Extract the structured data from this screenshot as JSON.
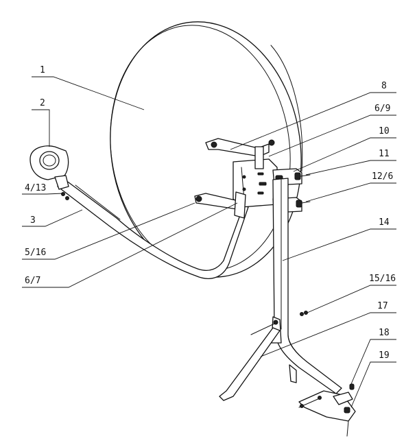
{
  "callouts": [
    {
      "id": "c1",
      "label": "1"
    },
    {
      "id": "c2",
      "label": "2"
    },
    {
      "id": "c3",
      "label": "4/13"
    },
    {
      "id": "c4",
      "label": "3"
    },
    {
      "id": "c5",
      "label": "5/16"
    },
    {
      "id": "c6",
      "label": "6/7"
    },
    {
      "id": "c7",
      "label": "8"
    },
    {
      "id": "c8",
      "label": "6/9"
    },
    {
      "id": "c9",
      "label": "10"
    },
    {
      "id": "c10",
      "label": "11"
    },
    {
      "id": "c11",
      "label": "12/6"
    },
    {
      "id": "c12",
      "label": "14"
    },
    {
      "id": "c13",
      "label": "15/16"
    },
    {
      "id": "c14",
      "label": "17"
    },
    {
      "id": "c15",
      "label": "18"
    },
    {
      "id": "c16",
      "label": "19"
    }
  ]
}
